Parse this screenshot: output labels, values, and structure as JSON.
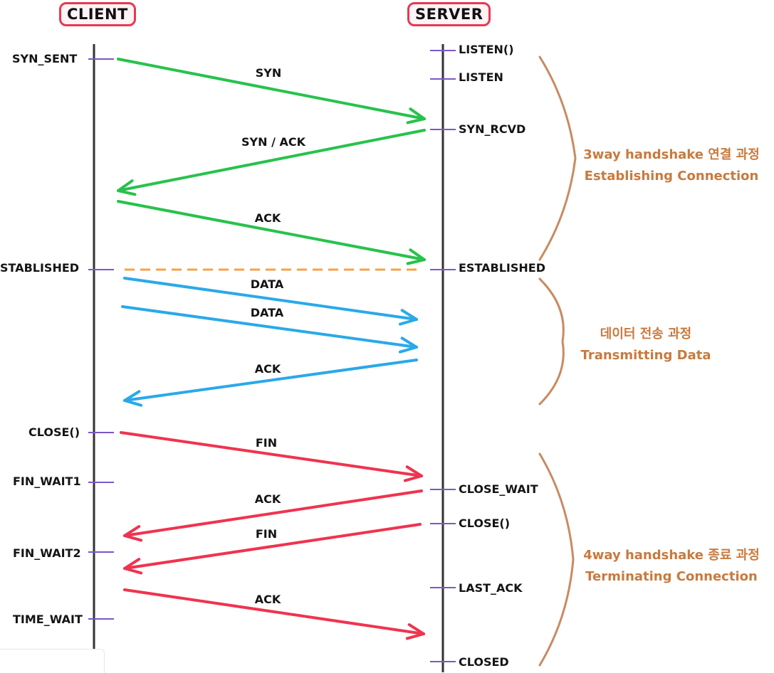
{
  "headers": {
    "client": "CLIENT",
    "server": "SERVER"
  },
  "client_states": [
    "SYN_SENT",
    "STABLISHED",
    "CLOSE()",
    "FIN_WAIT1",
    "FIN_WAIT2",
    "TIME_WAIT"
  ],
  "server_states": [
    "LISTEN()",
    "LISTEN",
    "SYN_RCVD",
    "ESTABLISHED",
    "CLOSE_WAIT",
    "CLOSE()",
    "LAST_ACK",
    "CLOSED"
  ],
  "messages": [
    {
      "label": "SYN",
      "direction": "client-to-server",
      "color": "#27c24c"
    },
    {
      "label": "SYN / ACK",
      "direction": "server-to-client",
      "color": "#27c24c"
    },
    {
      "label": "ACK",
      "direction": "client-to-server",
      "color": "#27c24c"
    },
    {
      "label": "DATA",
      "direction": "client-to-server",
      "color": "#2aa9e8"
    },
    {
      "label": "DATA",
      "direction": "client-to-server",
      "color": "#2aa9e8"
    },
    {
      "label": "ACK",
      "direction": "server-to-client",
      "color": "#2aa9e8"
    },
    {
      "label": "FIN",
      "direction": "client-to-server",
      "color": "#f0334f"
    },
    {
      "label": "ACK",
      "direction": "server-to-client",
      "color": "#f0334f"
    },
    {
      "label": "FIN",
      "direction": "server-to-client",
      "color": "#f0334f"
    },
    {
      "label": "ACK",
      "direction": "client-to-server",
      "color": "#f0334f"
    }
  ],
  "phases": [
    {
      "line1": "3way handshake 연결 과정",
      "line2": "Establishing Connection"
    },
    {
      "line1": "데이터 전송 과정",
      "line2": "Transmitting Data"
    },
    {
      "line1": "4way handshake 종료 과정",
      "line2": "Terminating Connection"
    }
  ],
  "colors": {
    "handshake": "#27c24c",
    "data": "#2aa9e8",
    "terminate": "#f0334f",
    "established_link": "#f7a14a",
    "tick": "#7b57c9",
    "brace": "#c98a62",
    "phase_text": "#c87a3e",
    "header_border": "#e8384f",
    "lifeline": "#333333"
  }
}
